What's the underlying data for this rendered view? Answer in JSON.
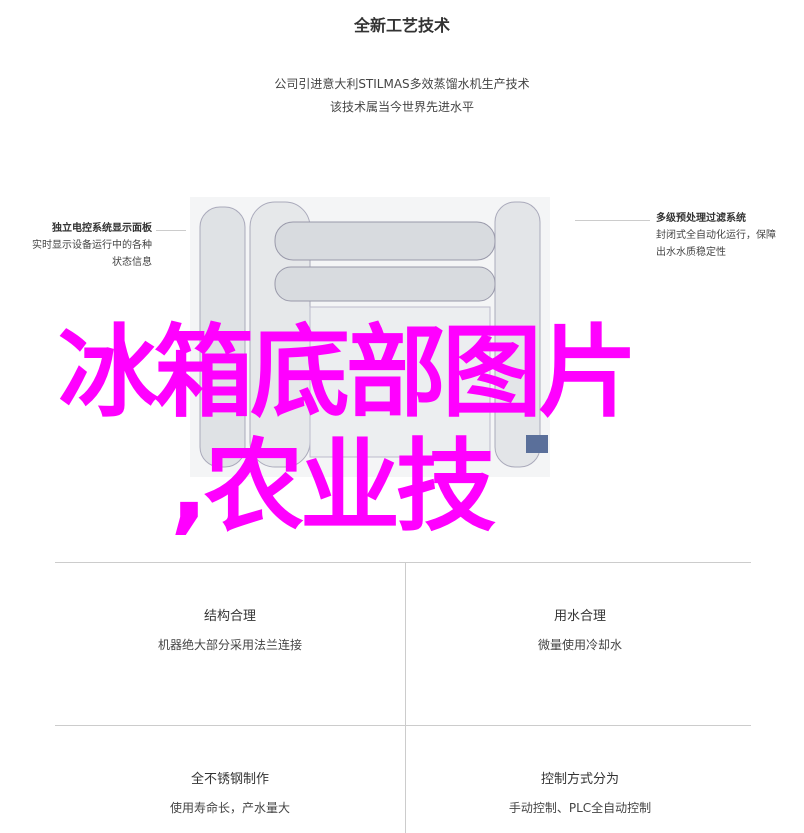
{
  "header": {
    "title": "全新工艺技术",
    "subtitle_line1": "公司引进意大利STILMAS多效蒸馏水机生产技术",
    "subtitle_line2": "该技术属当今世界先进水平"
  },
  "callouts": {
    "right": {
      "title": "多级预处理过滤系统",
      "desc1": "封闭式全自动化运行，保障",
      "desc2": "出水水质稳定性"
    },
    "left": {
      "title": "独立电控系统显示面板",
      "desc1": "实时显示设备运行中的各种",
      "desc2": "状态信息"
    }
  },
  "overlay": {
    "line1": "冰箱底部图片",
    "line2": ",农业技",
    "color": "#ff00ff"
  },
  "features": [
    {
      "title": "结构合理",
      "desc": "机器绝大部分采用法兰连接"
    },
    {
      "title": "用水合理",
      "desc": "微量使用冷却水"
    },
    {
      "title": "全不锈钢制作",
      "desc": "使用寿命长，产水量大"
    },
    {
      "title": "控制方式分为",
      "desc": "手动控制、PLC全自动控制"
    }
  ]
}
